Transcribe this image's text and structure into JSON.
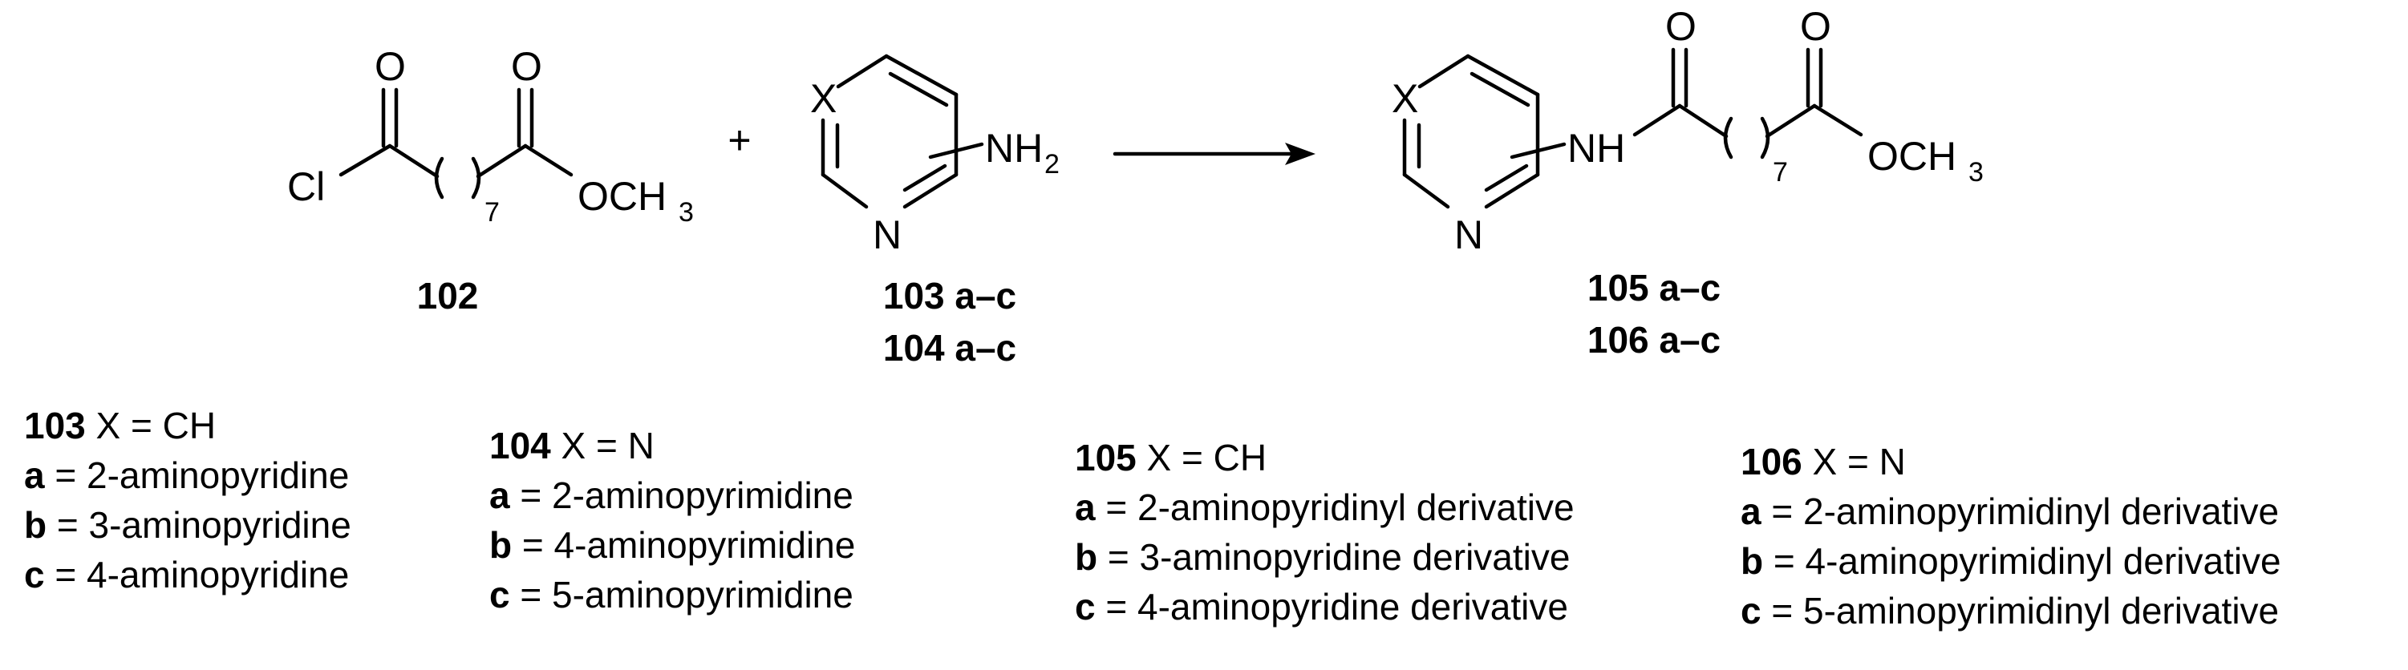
{
  "reactant_acid_chloride": {
    "id": "102",
    "atoms": {
      "cl": "Cl",
      "o1": "O",
      "o2": "O",
      "o_ester": "OCH",
      "o_ester_sub": "3",
      "repeat": "7"
    }
  },
  "plus_sign": "+",
  "reactant_amine": {
    "ids": [
      "103 a–c",
      "104 a–c"
    ],
    "atoms": {
      "x": "X",
      "n": "N",
      "nh2": "NH",
      "nh2_sub": "2"
    }
  },
  "product": {
    "ids": [
      "105 a–c",
      "106 a–c"
    ],
    "atoms": {
      "x": "X",
      "n": "N",
      "nh": "NH",
      "o1": "O",
      "o2": "O",
      "o_ester": "OCH",
      "o_ester_sub": "3",
      "repeat": "7"
    }
  },
  "legends": [
    {
      "id": "103",
      "header": " X = CH",
      "items": [
        {
          "key": "a",
          "text": " = 2-aminopyridine"
        },
        {
          "key": "b",
          "text": " = 3-aminopyridine"
        },
        {
          "key": "c",
          "text": " = 4-aminopyridine"
        }
      ]
    },
    {
      "id": "104",
      "header": " X = N",
      "items": [
        {
          "key": "a",
          "text": " = 2-aminopyrimidine"
        },
        {
          "key": "b",
          "text": " = 4-aminopyrimidine"
        },
        {
          "key": "c",
          "text": " = 5-aminopyrimidine"
        }
      ]
    },
    {
      "id": "105",
      "header": " X = CH",
      "items": [
        {
          "key": "a",
          "text": " = 2-aminopyridinyl derivative"
        },
        {
          "key": "b",
          "text": " = 3-aminopyridine derivative"
        },
        {
          "key": "c",
          "text": " = 4-aminopyridine derivative"
        }
      ]
    },
    {
      "id": "106",
      "header": " X = N",
      "items": [
        {
          "key": "a",
          "text": " = 2-aminopyrimidinyl derivative"
        },
        {
          "key": "b",
          "text": " = 4-aminopyrimidinyl derivative"
        },
        {
          "key": "c",
          "text": " = 5-aminopyrimidinyl derivative"
        }
      ]
    }
  ]
}
